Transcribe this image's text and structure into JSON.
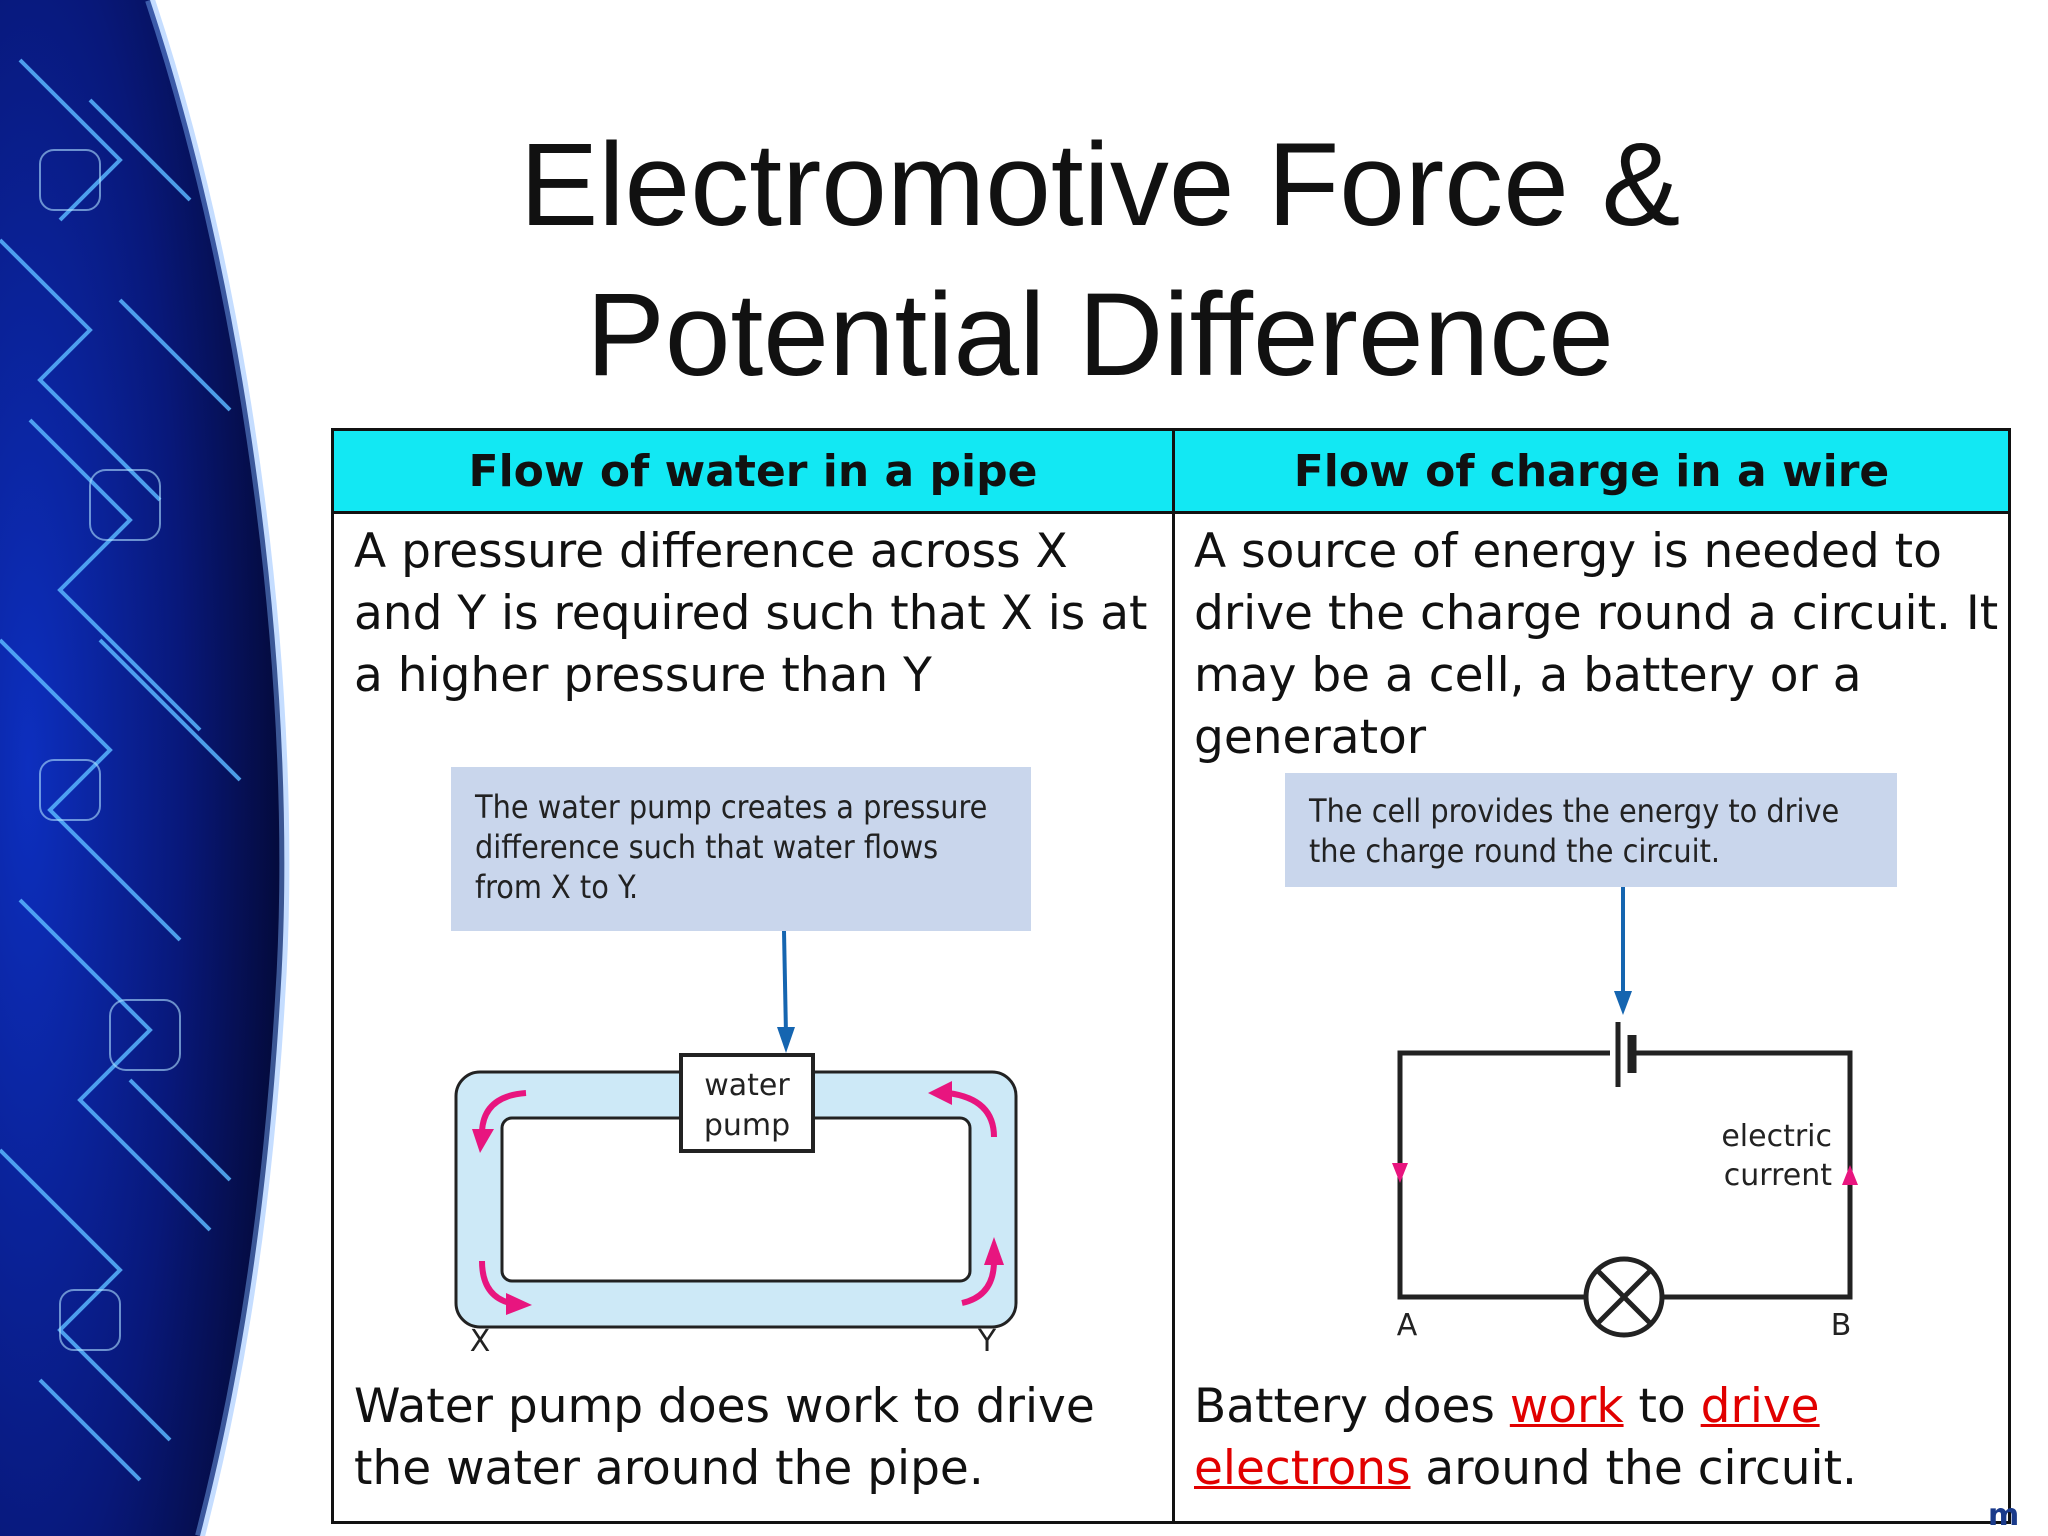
{
  "title": {
    "line1": "Electromotive Force &",
    "line2": "Potential Difference"
  },
  "table": {
    "left": {
      "header": "Flow of water in a pipe",
      "text": "A pressure difference across X and Y is required such that X is at a higher pressure than Y",
      "note": "The water pump creates a pressure difference such that water flows from X to Y.",
      "pump_label_1": "water",
      "pump_label_2": "pump",
      "label_x": "X",
      "label_y": "Y",
      "footer": "Water pump does work to drive the water around the pipe."
    },
    "right": {
      "header": "Flow of charge in a wire",
      "text": "A source of energy is needed to drive the charge round a circuit. It may be a cell, a battery or a generator",
      "note": "The cell provides the energy to drive the charge round the circuit.",
      "current_label_1": "electric",
      "current_label_2": "current",
      "label_a": "A",
      "label_b": "B",
      "footer_1": "Battery does ",
      "footer_work": "work",
      "footer_2": " to ",
      "footer_drive": "drive",
      "footer_electrons": "electrons",
      "footer_3": " around the circuit."
    }
  },
  "corner_fragment": "m",
  "colors": {
    "header_bg": "#12e8f3",
    "note_bg": "#c9d6ec",
    "pipe_fill": "#cde9f7",
    "arrow_magenta": "#e8157f",
    "arrow_blue": "#1565b0",
    "emphasis_red": "#e10000",
    "background_art": "#0a1f7a"
  }
}
